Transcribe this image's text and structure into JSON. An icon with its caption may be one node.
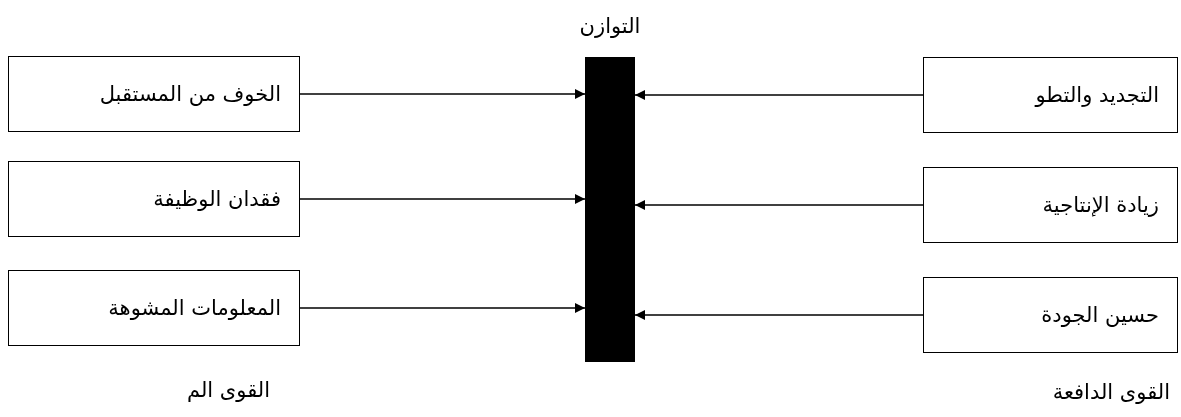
{
  "diagram": {
    "nodes": [
      {
        "text": [
          "التوازن"
        ]
      },
      {
        "text": [
          "الخوف من المستقبل"
        ]
      },
      {
        "text": [
          "فقدان الوظيفة"
        ]
      },
      {
        "text": [
          "المعلومات المشوهة"
        ]
      },
      {
        "text": [
          "التجديد والتطو"
        ]
      },
      {
        "text": [
          "زيادة الإنتاجية"
        ]
      },
      {
        "text": [
          "حسين الجودة"
        ]
      }
    ],
    "edges": [
      {
        "from": 1,
        "to": 0,
        "arrow": "to"
      },
      {
        "from": 2,
        "to": 0,
        "arrow": "to"
      },
      {
        "from": 3,
        "to": 0,
        "arrow": "to"
      },
      {
        "from": 4,
        "to": 0,
        "arrow": "to"
      },
      {
        "from": 5,
        "to": 0,
        "arrow": "to"
      },
      {
        "from": 6,
        "to": 0,
        "arrow": "to"
      }
    ],
    "labels": [
      "القوى الم",
      "القوى الدافعة"
    ]
  }
}
